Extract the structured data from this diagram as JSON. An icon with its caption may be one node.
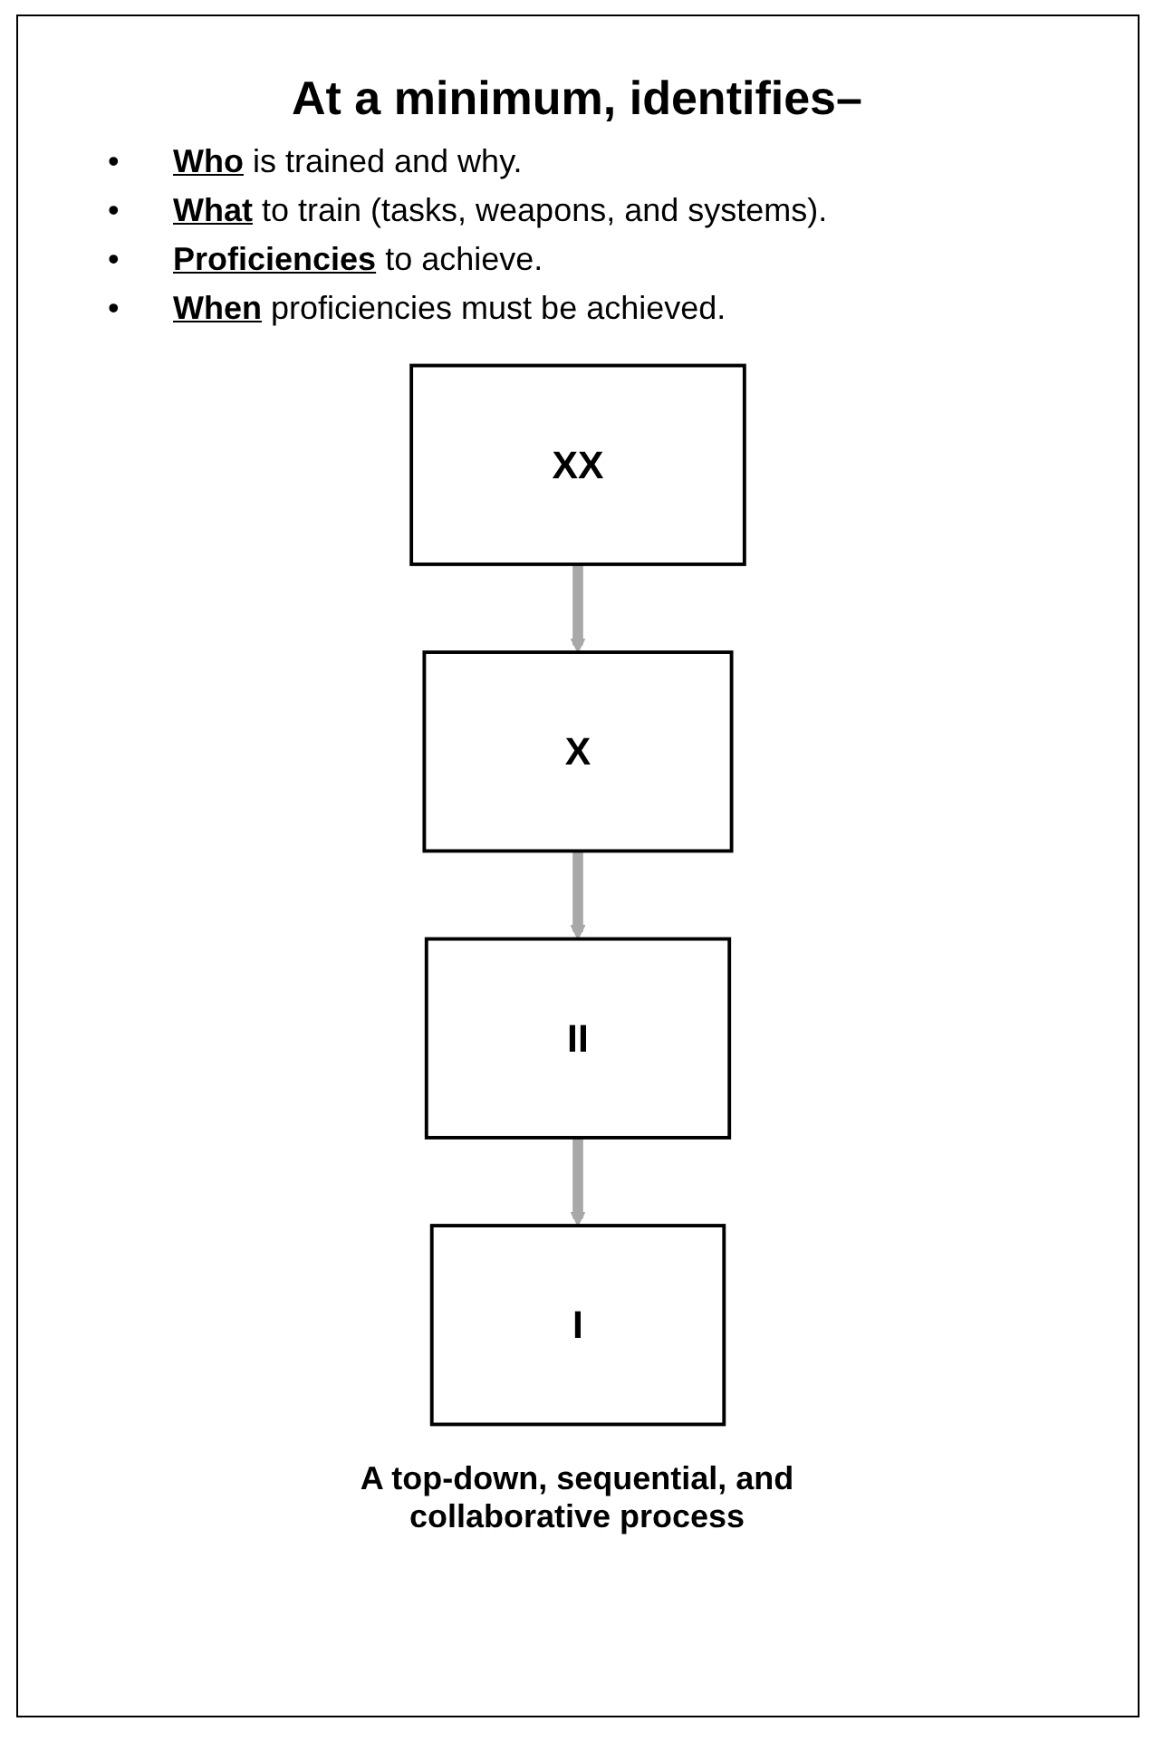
{
  "diagram": {
    "title": "At a minimum, identifies–",
    "nodes": [
      {
        "text": [
          "XX"
        ]
      },
      {
        "text": [
          "X"
        ]
      },
      {
        "text": [
          "II"
        ]
      },
      {
        "text": [
          "I"
        ]
      }
    ],
    "edges": [
      {
        "from": 0,
        "to": 1,
        "arrow": "to"
      },
      {
        "from": 1,
        "to": 2,
        "arrow": "to"
      },
      {
        "from": 2,
        "to": 3,
        "arrow": "to"
      }
    ],
    "labels": [
      "•",
      "**Who** is trained and why.",
      "•",
      "**What** to train (tasks, weapons, and systems).",
      "•",
      "**Proficiencies** to achieve.",
      "•",
      "**When** proficiencies must be achieved."
    ],
    "caption": "A top-down, sequential, and collaborative process"
  }
}
